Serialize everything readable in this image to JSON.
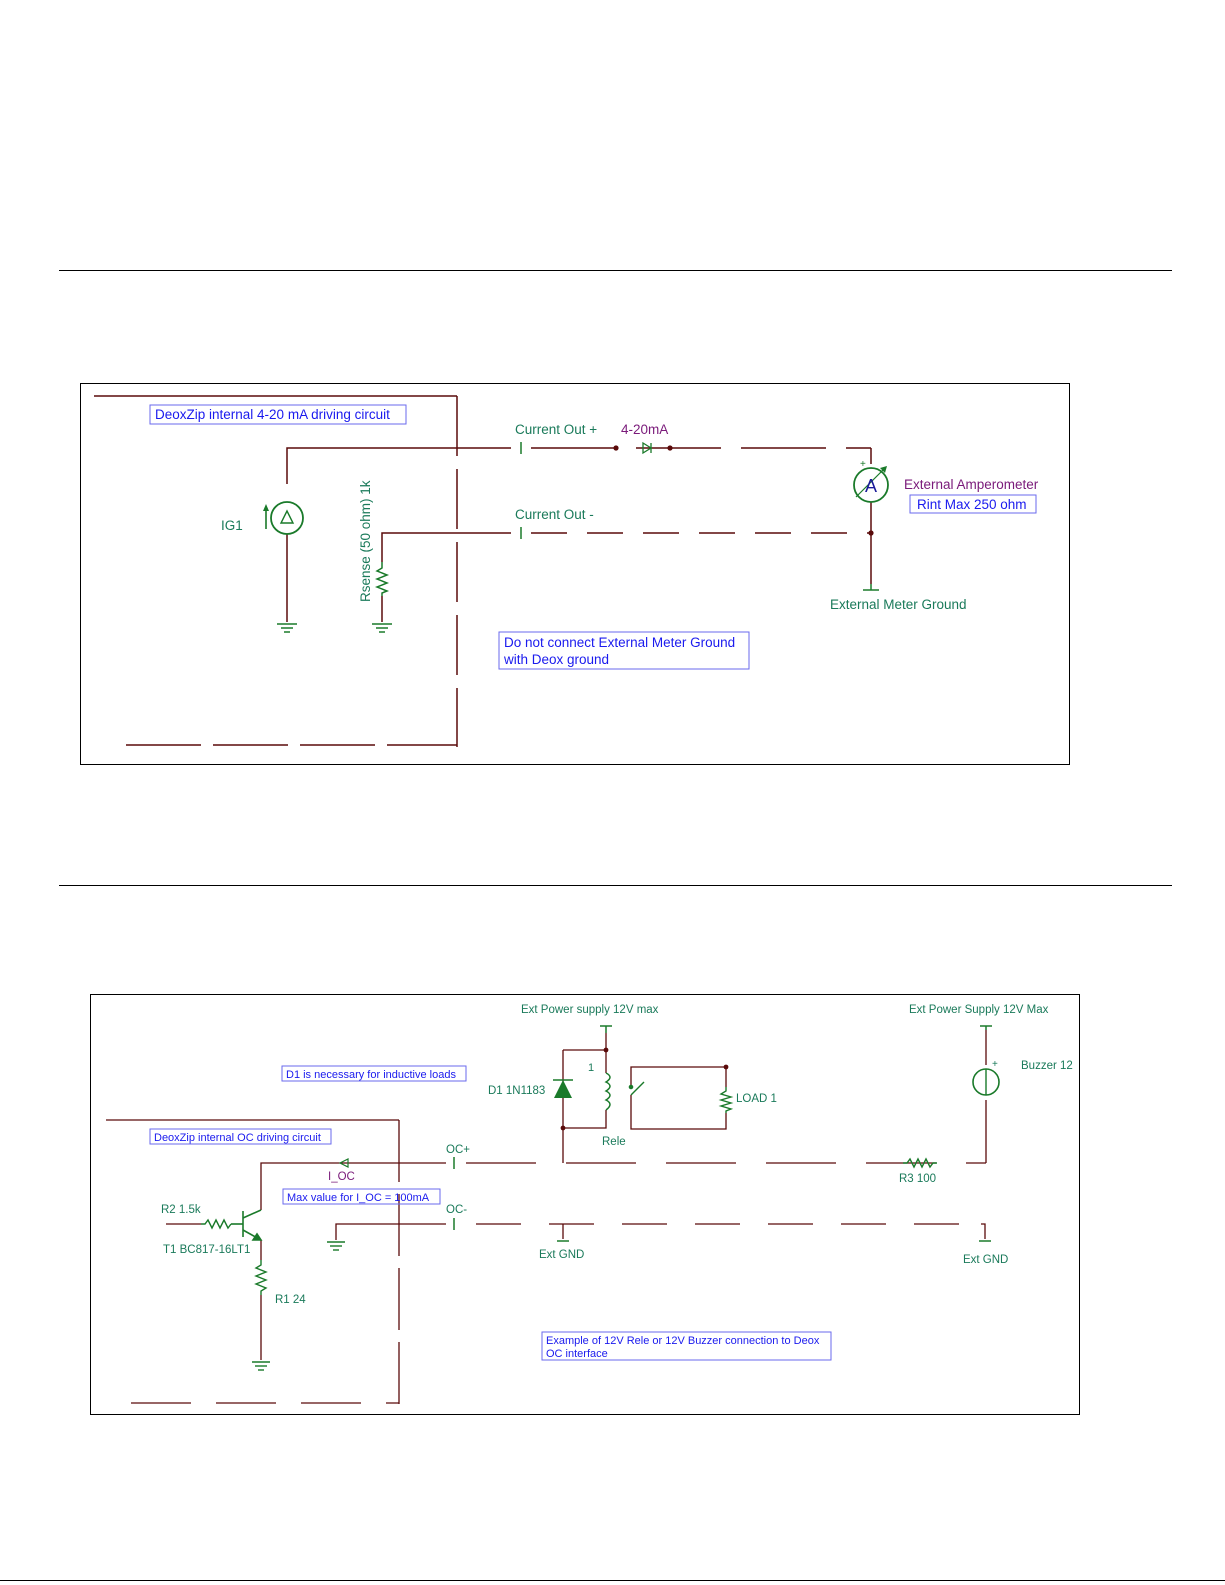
{
  "colors": {
    "wire": "#5a0a0a",
    "component": "#1a7a2a",
    "label_green": "#1a7a5a",
    "label_purple": "#7a1a7a",
    "note_blue": "#1a1aee"
  },
  "fig1": {
    "title_box": "DeoxZip internal 4-20 mA driving circuit",
    "source_label": "IG1",
    "rsense_label": "Rsense (50 ohm) 1k",
    "current_out_plus": "Current Out +",
    "current_out_minus": "Current Out -",
    "current_label": "4-20mA",
    "ammeter_symbol": "A",
    "ammeter_label": "External Amperometer",
    "rint_box": "Rint Max 250 ohm",
    "ground_label": "External Meter Ground",
    "note_line1": "Do not connect External Meter Ground",
    "note_line2": "with Deox ground",
    "plus_sign": "+"
  },
  "fig2": {
    "title_box": "DeoxZip internal OC driving circuit",
    "ext_supply_1": "Ext Power supply 12V max",
    "ext_supply_2": "Ext Power Supply 12V Max",
    "d1_note": "D1 is necessary for inductive loads",
    "diode_label": "D1 1N1183",
    "relay_pin": "1",
    "relay_label": "Rele",
    "load_label": "LOAD 1",
    "buzzer_label": "Buzzer 12",
    "buzzer_plus": "+",
    "oc_plus": "OC+",
    "oc_minus": "OC-",
    "i_oc": "I_OC",
    "max_box": "Max value for I_OC = 100mA",
    "r3_label": "R3 100",
    "r2_label": "R2 1.5k",
    "t1_label": "T1 BC817-16LT1",
    "r1_label": "R1 24",
    "ext_gnd_1": "Ext GND",
    "ext_gnd_2": "Ext GND",
    "example_line1": "Example of 12V Rele or 12V Buzzer connection to Deox",
    "example_line2": "OC interface"
  }
}
